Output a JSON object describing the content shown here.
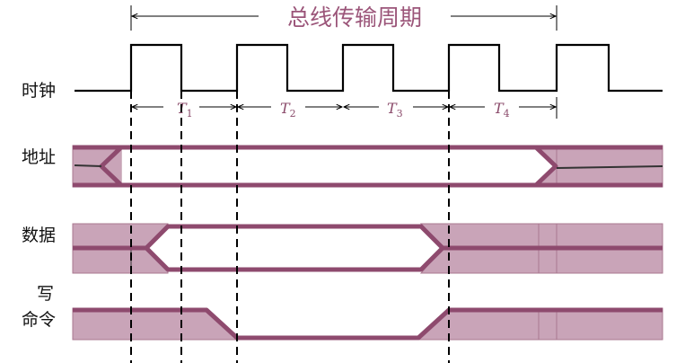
{
  "title": "总线传输周期",
  "signals": {
    "clock": "时钟",
    "address": "地址",
    "data": "数据",
    "write_line1": "写",
    "write_line2": "命令"
  },
  "periods": [
    {
      "name": "T",
      "sub": "1"
    },
    {
      "name": "T",
      "sub": "2"
    },
    {
      "name": "T",
      "sub": "3"
    },
    {
      "name": "T",
      "sub": "4"
    }
  ],
  "colors": {
    "band_fill": "#c9a4b8",
    "band_stroke": "#a9778f",
    "signal": "#8e4a6e",
    "clock": "#000000",
    "title": "#9b5579"
  }
}
